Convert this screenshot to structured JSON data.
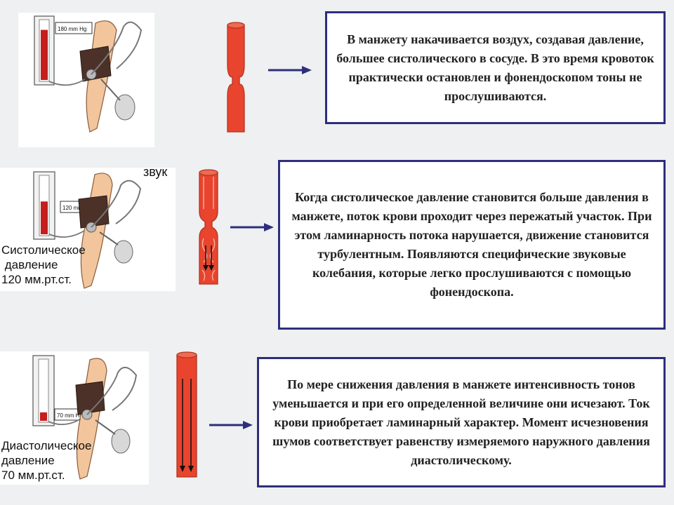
{
  "colors": {
    "vessel_red": "#e8442e",
    "vessel_dark": "#c42c1c",
    "arrow_blue": "#2e2e7c",
    "box_border": "#2e2e7c",
    "mercury_red": "#c41e1e"
  },
  "rows": [
    {
      "gauge_label": "180 mm Hg",
      "mercury_level": 0.85,
      "description": "В манжету накачивается воздух, создавая давление, большее систолического в сосуде. В это время кровоток практически остановлен и фонендоскопом тоны не прослушиваются."
    },
    {
      "gauge_label": "120 mm Hg",
      "mercury_level": 0.57,
      "sound_label": "звук",
      "pressure_label": "Систолическое\n давление\n120 мм.рт.ст.",
      "description": "Когда систолическое давление становится больше давления в манжете, поток крови проходит через пережатый участок. При этом ламинарность потока нарушается, движение становится турбулентным. Появляются специфические звуковые колебания, которые легко прослушиваются с помощью фонендоскопа."
    },
    {
      "gauge_label": "70 mm Hg",
      "mercury_level": 0.14,
      "pressure_label": "Диастолическое\nдавление\n70 мм.рт.ст.",
      "description": "По мере снижения давления в манжете интенсивность тонов уменьшается и при его определенной величине они исчезают. Ток крови приобретает ламинарный характер. Момент исчезновения шумов соответствует равенству измеряемого наружного давления  диастолическому."
    }
  ]
}
